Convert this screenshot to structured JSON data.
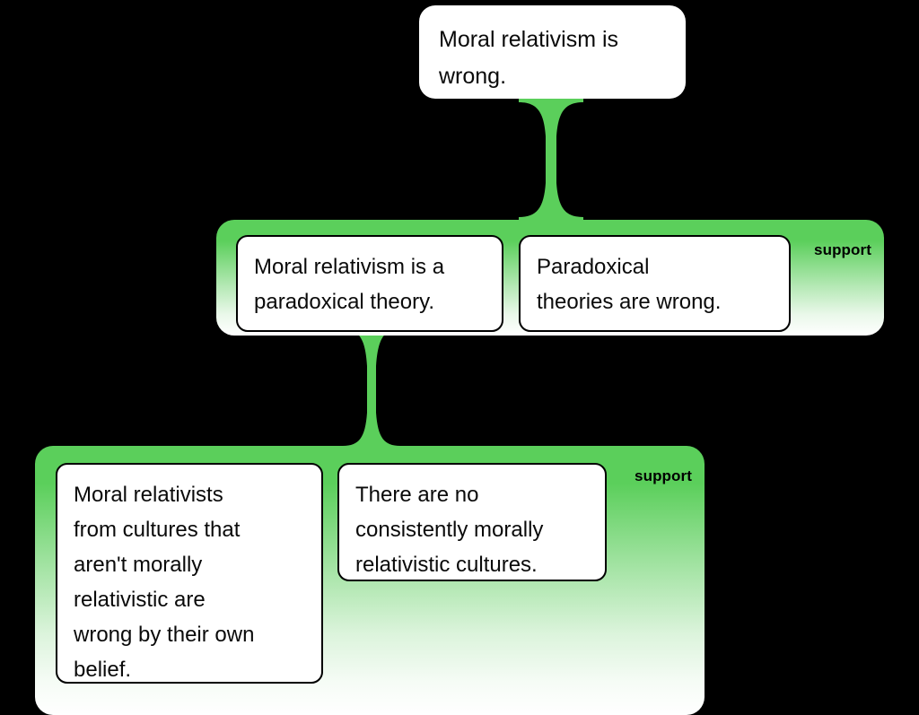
{
  "diagram": {
    "type": "argument-map",
    "background_color": "#000000",
    "accent_color": "#5bcf5b",
    "node_fill": "#ffffff",
    "node_border": "#000000",
    "root": {
      "id": "claim-root",
      "text": "Moral relativism is\nwrong."
    },
    "groups": [
      {
        "id": "support-group-1",
        "relation_label": "support",
        "nodes": [
          {
            "id": "premise-1a",
            "text": "Moral relativism is a\nparadoxical theory."
          },
          {
            "id": "premise-1b",
            "text": "Paradoxical\ntheories are wrong."
          }
        ]
      },
      {
        "id": "support-group-2",
        "relation_label": "support",
        "nodes": [
          {
            "id": "premise-2a",
            "text": "Moral relativists\nfrom cultures that\naren't morally\nrelativistic are\nwrong by their own\nbelief."
          },
          {
            "id": "premise-2b",
            "text": "There are no\nconsistently morally\nrelativistic cultures."
          }
        ]
      }
    ],
    "connectors": [
      {
        "id": "link-root-to-group1",
        "from": "claim-root",
        "to": "support-group-1"
      },
      {
        "id": "link-premise1a-to-group2",
        "from": "premise-1a",
        "to": "support-group-2"
      }
    ]
  }
}
